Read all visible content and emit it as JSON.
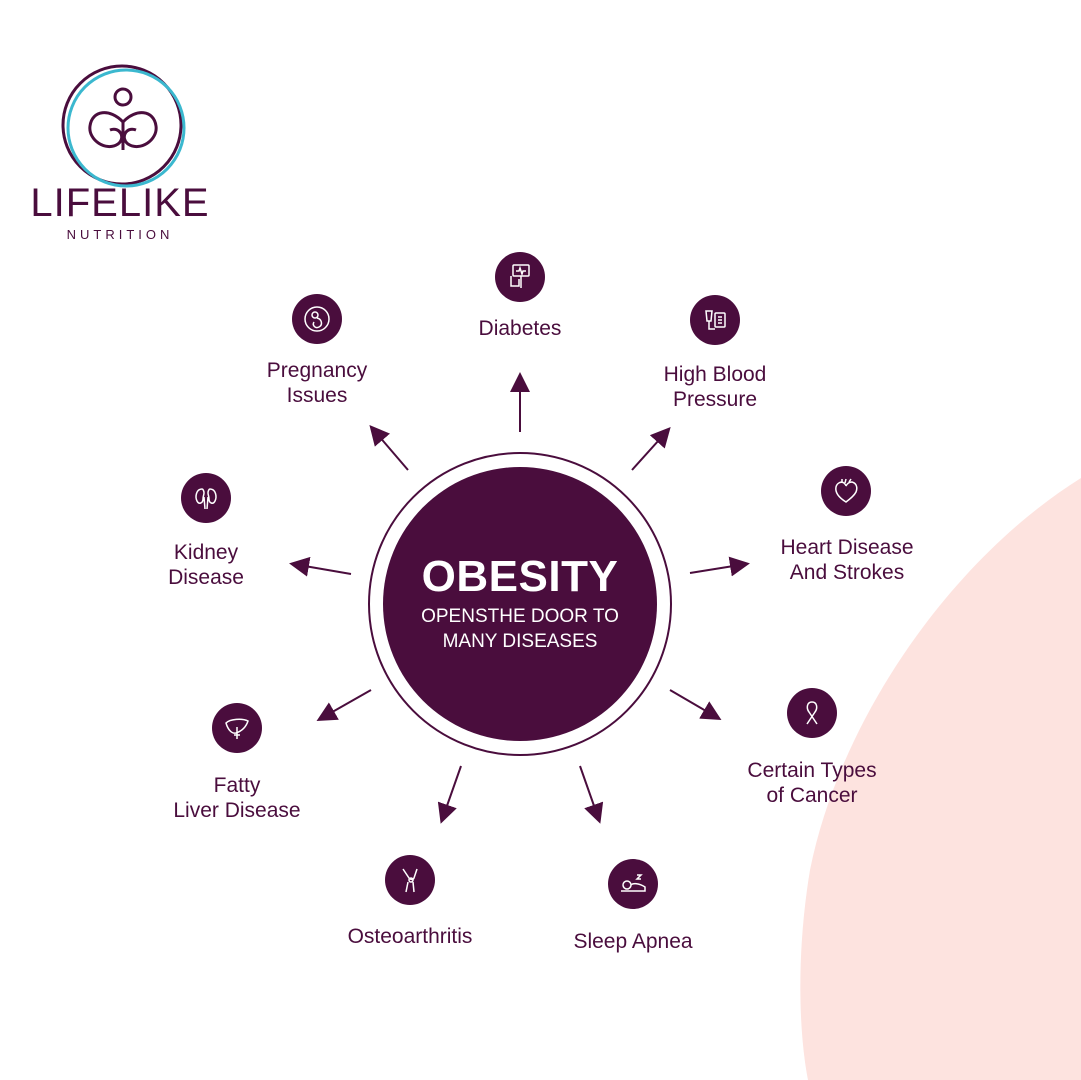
{
  "brand": {
    "name": "LIFELIKE",
    "subtitle": "NUTRITION"
  },
  "colors": {
    "primary": "#4a0d3d",
    "accent_teal": "#3bb8cf",
    "background_blob": "#fde3df"
  },
  "hub": {
    "title": "OBESITY",
    "line1": "OPENSTHE DOOR TO",
    "line2": "MANY DISEASES"
  },
  "diseases": [
    {
      "icon": "glucose-meter-icon",
      "line1": "Diabetes",
      "line2": ""
    },
    {
      "icon": "blood-pressure-monitor-icon",
      "line1": "High Blood",
      "line2": "Pressure"
    },
    {
      "icon": "heart-icon",
      "line1": "Heart Disease",
      "line2": "And Strokes"
    },
    {
      "icon": "cancer-ribbon-icon",
      "line1": "Certain Types",
      "line2": "of Cancer"
    },
    {
      "icon": "sleeping-person-icon",
      "line1": "Sleep Apnea",
      "line2": ""
    },
    {
      "icon": "knee-joint-icon",
      "line1": "Osteoarthritis",
      "line2": ""
    },
    {
      "icon": "liver-icon",
      "line1": "Fatty",
      "line2": "Liver Disease"
    },
    {
      "icon": "kidneys-icon",
      "line1": "Kidney",
      "line2": "Disease"
    },
    {
      "icon": "fetus-icon",
      "line1": "Pregnancy",
      "line2": "Issues"
    }
  ]
}
